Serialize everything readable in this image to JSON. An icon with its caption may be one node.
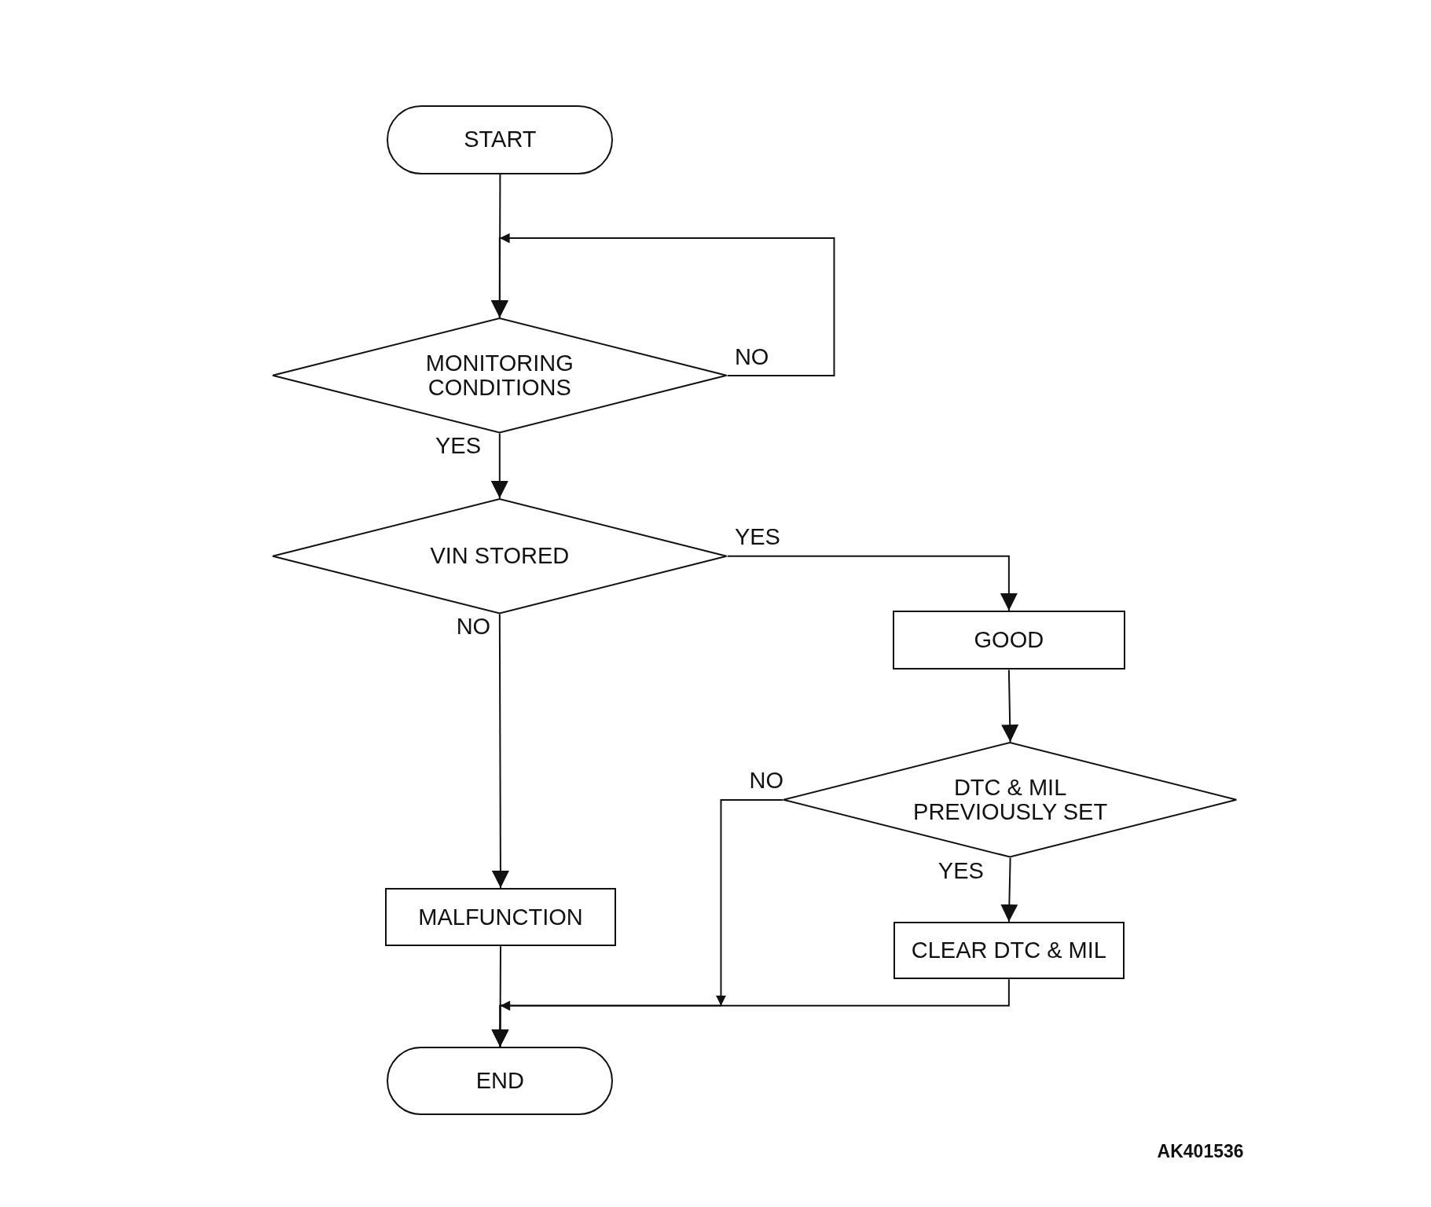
{
  "diagram": {
    "nodes": [
      {
        "text": [
          "START"
        ]
      },
      {
        "text": [
          "MONITORING CONDITIONS"
        ]
      },
      {
        "text": [
          "VIN STORED"
        ]
      },
      {
        "text": [
          "GOOD"
        ]
      },
      {
        "text": [
          "DTC & MIL PREVIOUSLY SET"
        ]
      },
      {
        "text": [
          "MALFUNCTION"
        ]
      },
      {
        "text": [
          "CLEAR DTC & MIL"
        ]
      },
      {
        "text": [
          "END"
        ]
      }
    ],
    "edges": [
      {
        "from": 0,
        "to": 1,
        "arrow": "to"
      },
      {
        "from": 1,
        "to": 1,
        "arrow": "to",
        "label": "NO"
      },
      {
        "from": 1,
        "to": 2,
        "arrow": "to",
        "label": "YES"
      },
      {
        "from": 2,
        "to": 3,
        "arrow": "to",
        "label": "YES"
      },
      {
        "from": 2,
        "to": 5,
        "arrow": "to",
        "label": "NO"
      },
      {
        "from": 3,
        "to": 4,
        "arrow": "to"
      },
      {
        "from": 4,
        "to": 6,
        "arrow": "to",
        "label": "YES"
      },
      {
        "from": 4,
        "to": 7,
        "arrow": "to",
        "label": "NO"
      },
      {
        "from": 6,
        "to": 7,
        "arrow": "to"
      },
      {
        "from": 5,
        "to": 7,
        "arrow": "to"
      }
    ],
    "labels": [
      "AK401536"
    ]
  }
}
